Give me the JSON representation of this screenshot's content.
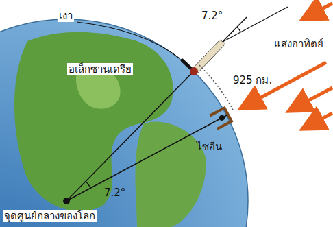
{
  "diagram": {
    "labels": [
      "เงา",
      "7.2°",
      "แสงอาทิตย์",
      "อเล็กซานเดรีย",
      "925 กม.",
      "ไซอีน",
      "7.2°",
      "จุดศูนย์กลางของโลก"
    ]
  }
}
